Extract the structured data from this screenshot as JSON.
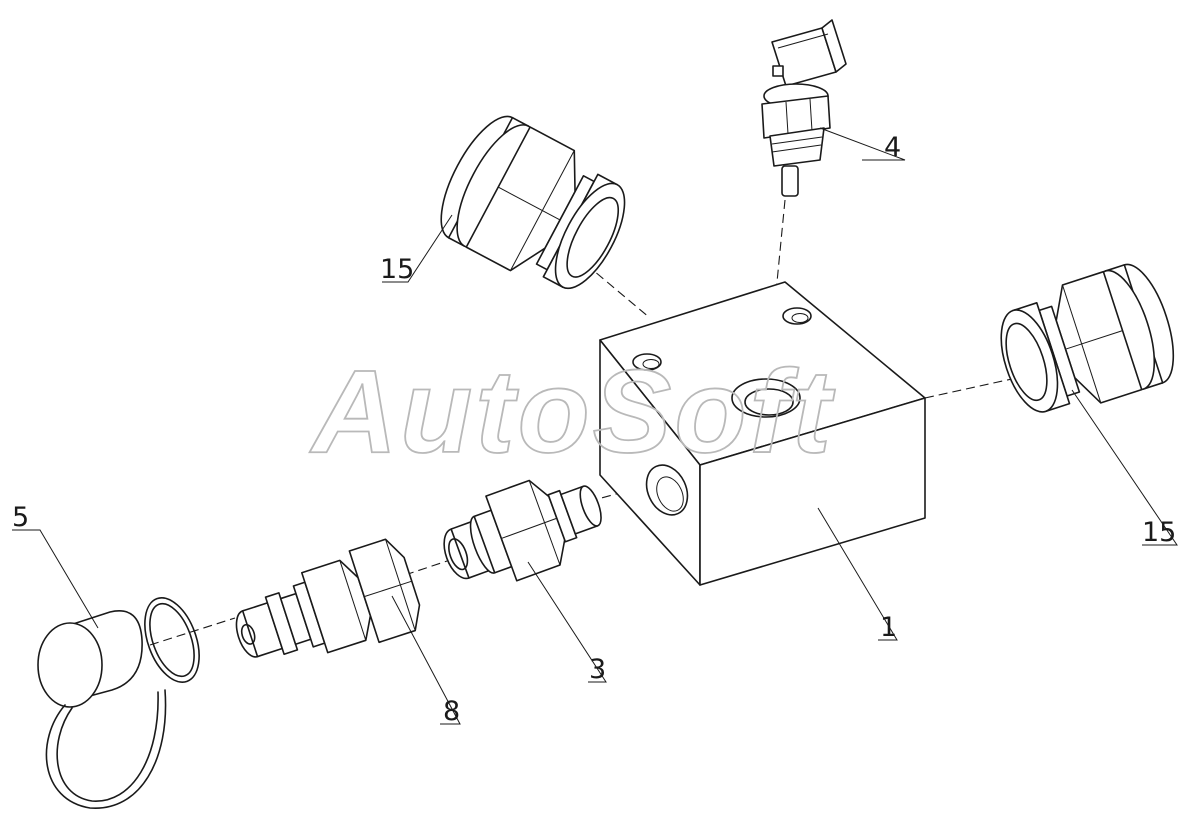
{
  "watermark": "AutoSoft",
  "callouts": {
    "part_1": "1",
    "part_3": "3",
    "part_4": "4",
    "part_5": "5",
    "part_8": "8",
    "part_15_top": "15",
    "part_15_right": "15"
  }
}
